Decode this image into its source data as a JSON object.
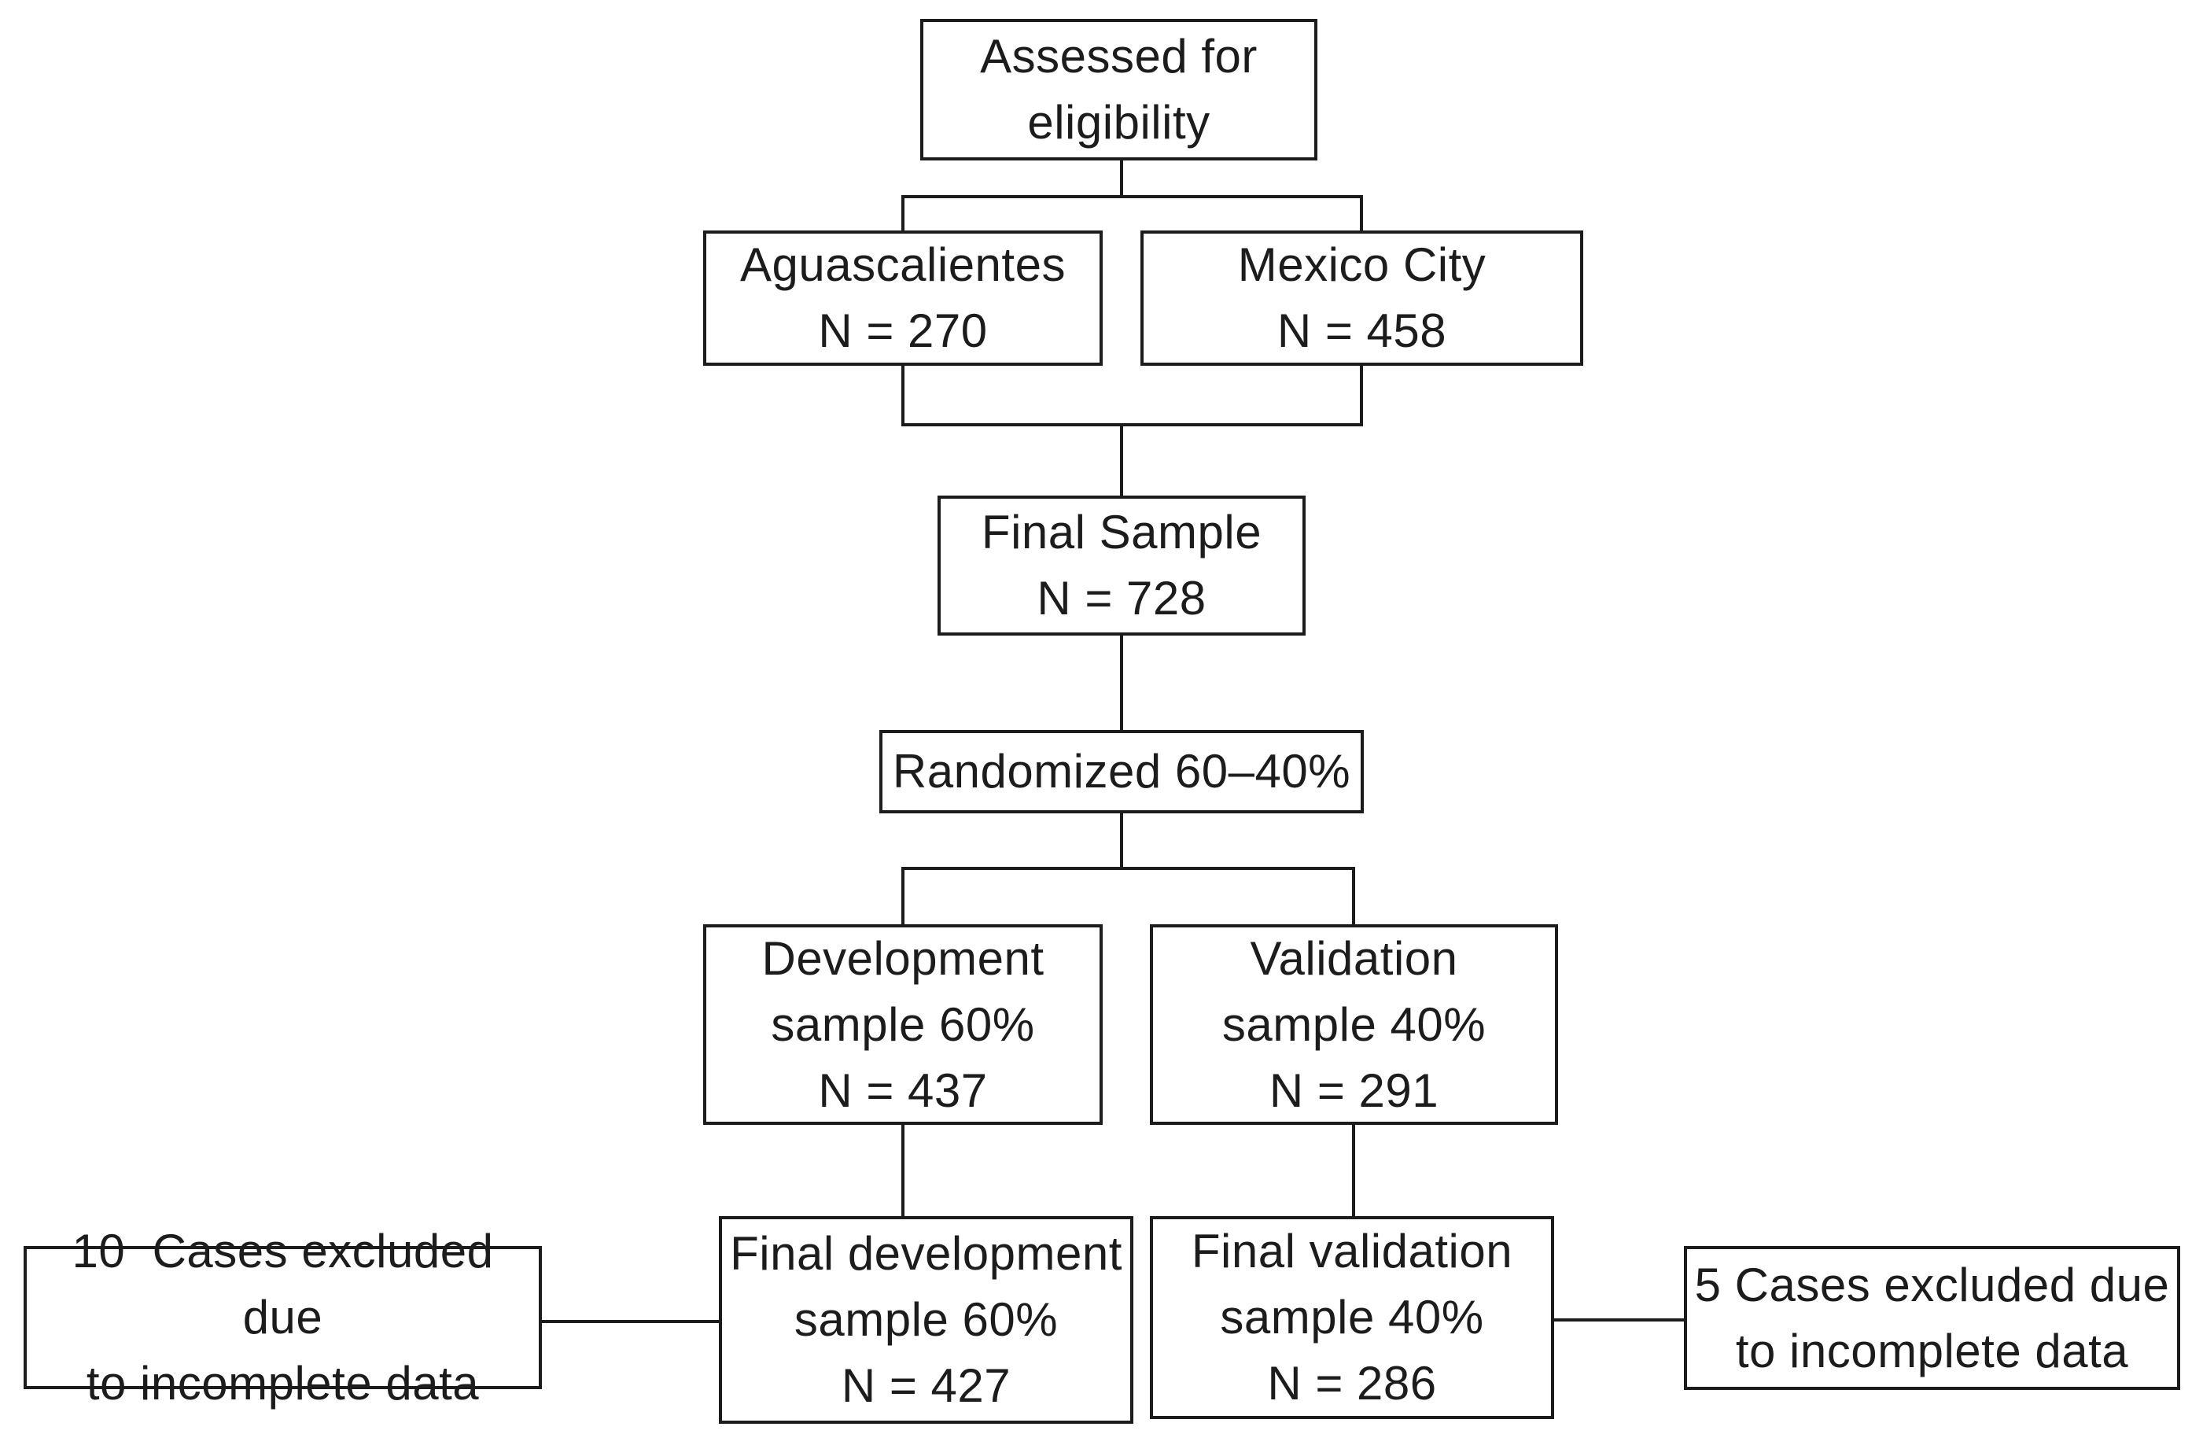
{
  "colors": {
    "background": "#ffffff",
    "line": "#1c1c1c",
    "text": "#1c1c1c"
  },
  "nodes": {
    "assessed": {
      "lines": [
        "Assessed for",
        "eligibility"
      ]
    },
    "aguascalientes": {
      "lines": [
        "Aguascalientes",
        "N = 270"
      ]
    },
    "mexico_city": {
      "lines": [
        "Mexico City",
        "N = 458"
      ]
    },
    "final_sample": {
      "lines": [
        "Final Sample",
        "N = 728"
      ]
    },
    "randomized": {
      "lines": [
        "Randomized 60–40%"
      ]
    },
    "development_sample": {
      "lines": [
        "Development",
        "sample 60%",
        "N = 437"
      ]
    },
    "validation_sample": {
      "lines": [
        "Validation",
        "sample 40%",
        "N = 291"
      ]
    },
    "final_development_sample": {
      "lines": [
        "Final development",
        "sample 60%",
        "N = 427"
      ]
    },
    "final_validation_sample": {
      "lines": [
        "Final validation",
        "sample 40%",
        "N = 286"
      ]
    },
    "excluded_development": {
      "lines": [
        "10  Cases excluded due",
        "to incomplete data"
      ]
    },
    "excluded_validation": {
      "lines": [
        "5 Cases excluded due",
        "to incomplete data"
      ]
    }
  }
}
